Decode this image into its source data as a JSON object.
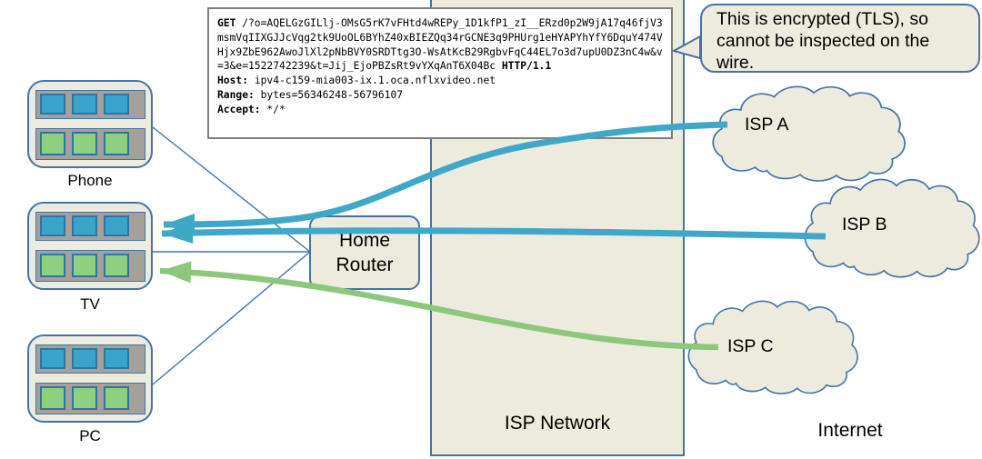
{
  "request_box": {
    "lines": [
      [
        {
          "t": "GET",
          "b": true
        },
        {
          "t": " /?o=AQELGzGILlj-OMsG5rK7vFHtd4wREPy_1D1kfP1_zI__ERzd0p2W9jA17q46fjV3",
          "b": false
        }
      ],
      [
        {
          "t": "msmVqIIXGJJcVqg2tk9UoOL6BYhZ40xBIEZQq34rGCNE3q9PHUrg1eHYAPYhYfY6DquY474V",
          "b": false
        }
      ],
      [
        {
          "t": "Hjx9ZbE962AwoJlXl2pNbBVY0SRDTtg3O-WsAtKcB29RgbvFqC44EL7o3d7upU0DZ3nC4w&v",
          "b": false
        }
      ],
      [
        {
          "t": "=3&e=1522742239&t=Jij_EjoPBZsRt9vYXqAnT6X04Bc ",
          "b": false
        },
        {
          "t": "HTTP/1.1",
          "b": true
        }
      ],
      [
        {
          "t": "Host:",
          "b": true
        },
        {
          "t": " ipv4-c159-mia003-ix.1.oca.nflxvideo.net",
          "b": false
        }
      ],
      [
        {
          "t": "Range:",
          "b": true
        },
        {
          "t": " bytes=56346248-56796107",
          "b": false
        }
      ],
      [
        {
          "t": "Accept:",
          "b": true
        },
        {
          "t": " */*",
          "b": false
        }
      ]
    ]
  },
  "callout": {
    "lines": [
      "This is encrypted (TLS), so",
      "cannot be inspected on the",
      "wire."
    ]
  },
  "devices": [
    {
      "label": "Phone"
    },
    {
      "label": "TV"
    },
    {
      "label": "PC"
    }
  ],
  "router": {
    "label_line1": "Home",
    "label_line2": "Router"
  },
  "isp_network": {
    "label": "ISP Network"
  },
  "internet": {
    "label": "Internet"
  },
  "clouds": [
    {
      "label": "ISP A"
    },
    {
      "label": "ISP B"
    },
    {
      "label": "ISP C"
    }
  ],
  "colors": {
    "beige_fill": "#EDEADE",
    "blue_border": "#4473A8",
    "teal_flow": "#3FA8C8",
    "green_flow": "#8BC87B",
    "gray_bar": "#A3A199",
    "blue_cell": "#38A4C8",
    "green_cell": "#8ED07F",
    "request_box_border": "#7F7F7F"
  }
}
